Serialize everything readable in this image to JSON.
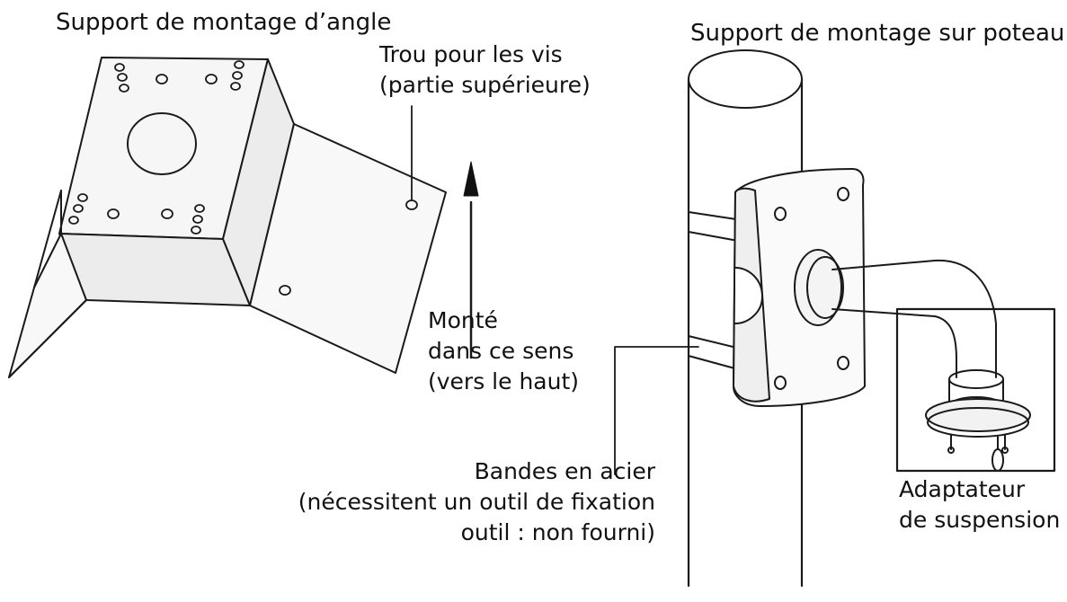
{
  "corner_mount": {
    "title": "Support de montage d’angle",
    "screw_hole": [
      "Trou pour les vis",
      "(partie supérieure)"
    ],
    "mounting_direction": [
      "Monté",
      "dans ce sens",
      "(vers le haut)"
    ]
  },
  "pole_mount": {
    "title": "Support de montage sur poteau",
    "steel_bands": [
      "Bandes en acier",
      "(nécessitent un outil de fixation",
      "outil : non fourni)"
    ],
    "hanging_adapter": [
      "Adaptateur",
      "de suspension"
    ]
  }
}
